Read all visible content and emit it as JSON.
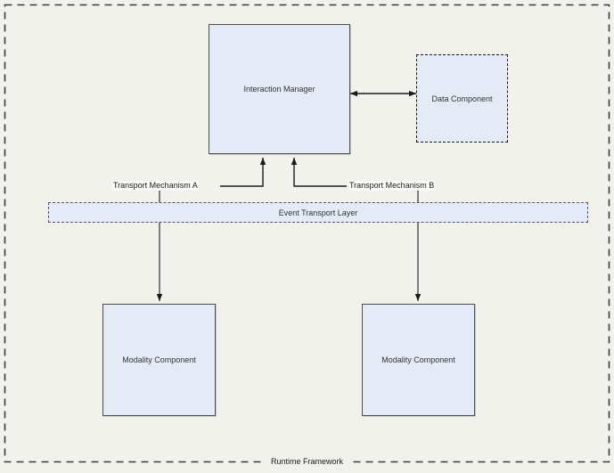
{
  "diagram": {
    "frame": {
      "caption": "Runtime Framework",
      "border_style": "dashed",
      "border_color": "#3a3a3a"
    },
    "background_color": "#f2f2ec",
    "node_fill_color": "#e4eaf6",
    "node_border_color": "#4d4d4d",
    "nodes": [
      {
        "id": "interaction-manager",
        "label": "Interaction Manager",
        "style": "solid"
      },
      {
        "id": "data-component",
        "label": "Data Component",
        "style": "dashed"
      },
      {
        "id": "modality-left",
        "label": "Modality Component",
        "style": "solid"
      },
      {
        "id": "modality-right",
        "label": "Modality Component",
        "style": "solid"
      }
    ],
    "layer": {
      "label": "Event Transport Layer",
      "fill_color": "#e4eaf6",
      "border_color": "#555566",
      "border_style": "dashed"
    },
    "edge_labels": [
      {
        "id": "transport-a",
        "label": "Transport Mechanism A"
      },
      {
        "id": "transport-b",
        "label": "Transport Mechanism B"
      }
    ]
  }
}
